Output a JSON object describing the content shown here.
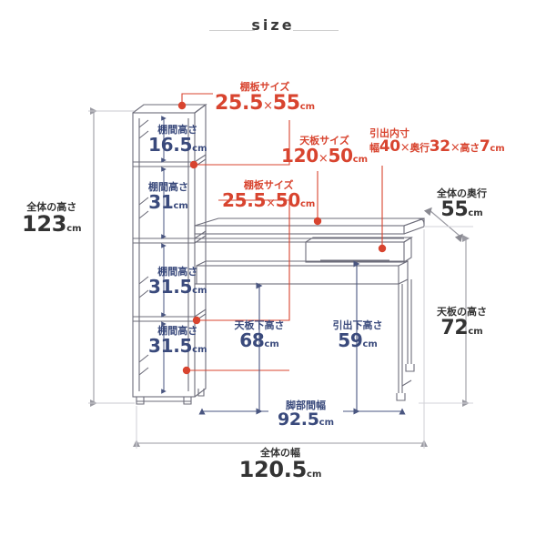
{
  "header": {
    "title": "size"
  },
  "colors": {
    "red": "#d8442f",
    "blue": "#3a4a7c",
    "dark": "#333333",
    "line": "#6d6d7a",
    "background": "#ffffff"
  },
  "diagram": {
    "subject": "desk-with-side-shelf-unit",
    "labels": {
      "shelf_board_top": {
        "caption": "棚板サイズ",
        "value_main": "25.5",
        "separator": "×",
        "value_second": "55",
        "unit": "cm",
        "full": "25.5×55cm",
        "color": "#d8442f"
      },
      "shelf_gap_1": {
        "caption": "棚間高さ",
        "value": "16.5",
        "unit": "cm",
        "color": "#3a4a7c"
      },
      "shelf_gap_2": {
        "caption": "棚間高さ",
        "value": "31",
        "unit": "cm",
        "color": "#3a4a7c"
      },
      "shelf_gap_3": {
        "caption": "棚間高さ",
        "value": "31.5",
        "unit": "cm",
        "color": "#3a4a7c"
      },
      "shelf_gap_4": {
        "caption": "棚間高さ",
        "value": "31.5",
        "unit": "cm",
        "color": "#3a4a7c"
      },
      "shelf_board_lower": {
        "caption": "棚板サイズ",
        "value_main": "25.5",
        "separator": "×",
        "value_second": "50",
        "unit": "cm",
        "full": "25.5×50cm",
        "color": "#d8442f"
      },
      "top_panel_size": {
        "caption": "天板サイズ",
        "value_main": "120",
        "separator": "×",
        "value_second": "50",
        "unit": "cm",
        "full": "120×50cm",
        "color": "#d8442f"
      },
      "drawer_inner": {
        "caption": "引出内寸",
        "width_label": "幅",
        "width_value": "40",
        "sep1": "×",
        "depth_label": "奥行",
        "depth_value": "32",
        "sep2": "×",
        "height_label": "高さ",
        "height_value": "7",
        "unit": "cm",
        "full": "幅40×奥行32×高さ7cm",
        "color": "#d8442f"
      },
      "overall_height": {
        "caption": "全体の高さ",
        "value": "123",
        "unit": "cm",
        "color": "#333333"
      },
      "overall_depth": {
        "caption": "全体の奥行",
        "value": "55",
        "unit": "cm",
        "color": "#333333"
      },
      "top_panel_height": {
        "caption": "天板の高さ",
        "value": "72",
        "unit": "cm",
        "color": "#333333"
      },
      "under_top_height": {
        "caption": "天板下高さ",
        "value": "68",
        "unit": "cm",
        "color": "#3a4a7c"
      },
      "under_drawer_height": {
        "caption": "引出下高さ",
        "value": "59",
        "unit": "cm",
        "color": "#3a4a7c"
      },
      "leg_span_width": {
        "caption": "脚部間幅",
        "value": "92.5",
        "unit": "cm",
        "color": "#3a4a7c"
      },
      "overall_width": {
        "caption": "全体の幅",
        "value": "120.5",
        "unit": "cm",
        "color": "#333333"
      }
    }
  }
}
